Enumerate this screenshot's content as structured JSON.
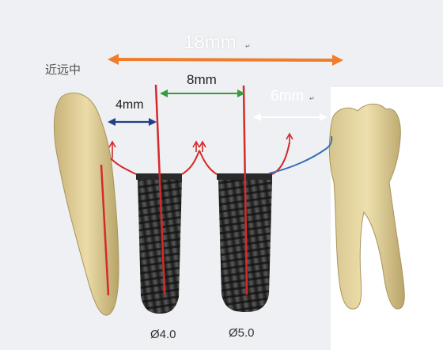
{
  "labels": {
    "total_width": "18mm",
    "implant_spacing": "8mm",
    "tooth_to_implant": "4mm",
    "implant_to_tooth": "6mm",
    "direction_label": "近远中",
    "implant_left_diameter": "Ø4.0",
    "implant_right_diameter": "Ø5.0",
    "return_mark": "↵"
  },
  "colors": {
    "total_arrow": "#ef7d2c",
    "spacing_arrow": "#3a9b3a",
    "left_gap_arrow": "#1f3f8a",
    "right_gap_arrow": "#ffffff",
    "axis_lines": "#d42a2a",
    "bone_line_left": "#d42a2a",
    "bone_line_right": "#3b6fb6",
    "tooth": "#e6d49a",
    "implant": "#3a3a3a",
    "background": "#eef0f3"
  },
  "icons": {
    "left_tooth": "premolar-tooth",
    "right_tooth": "molar-tooth",
    "implants": "screw-implant"
  }
}
